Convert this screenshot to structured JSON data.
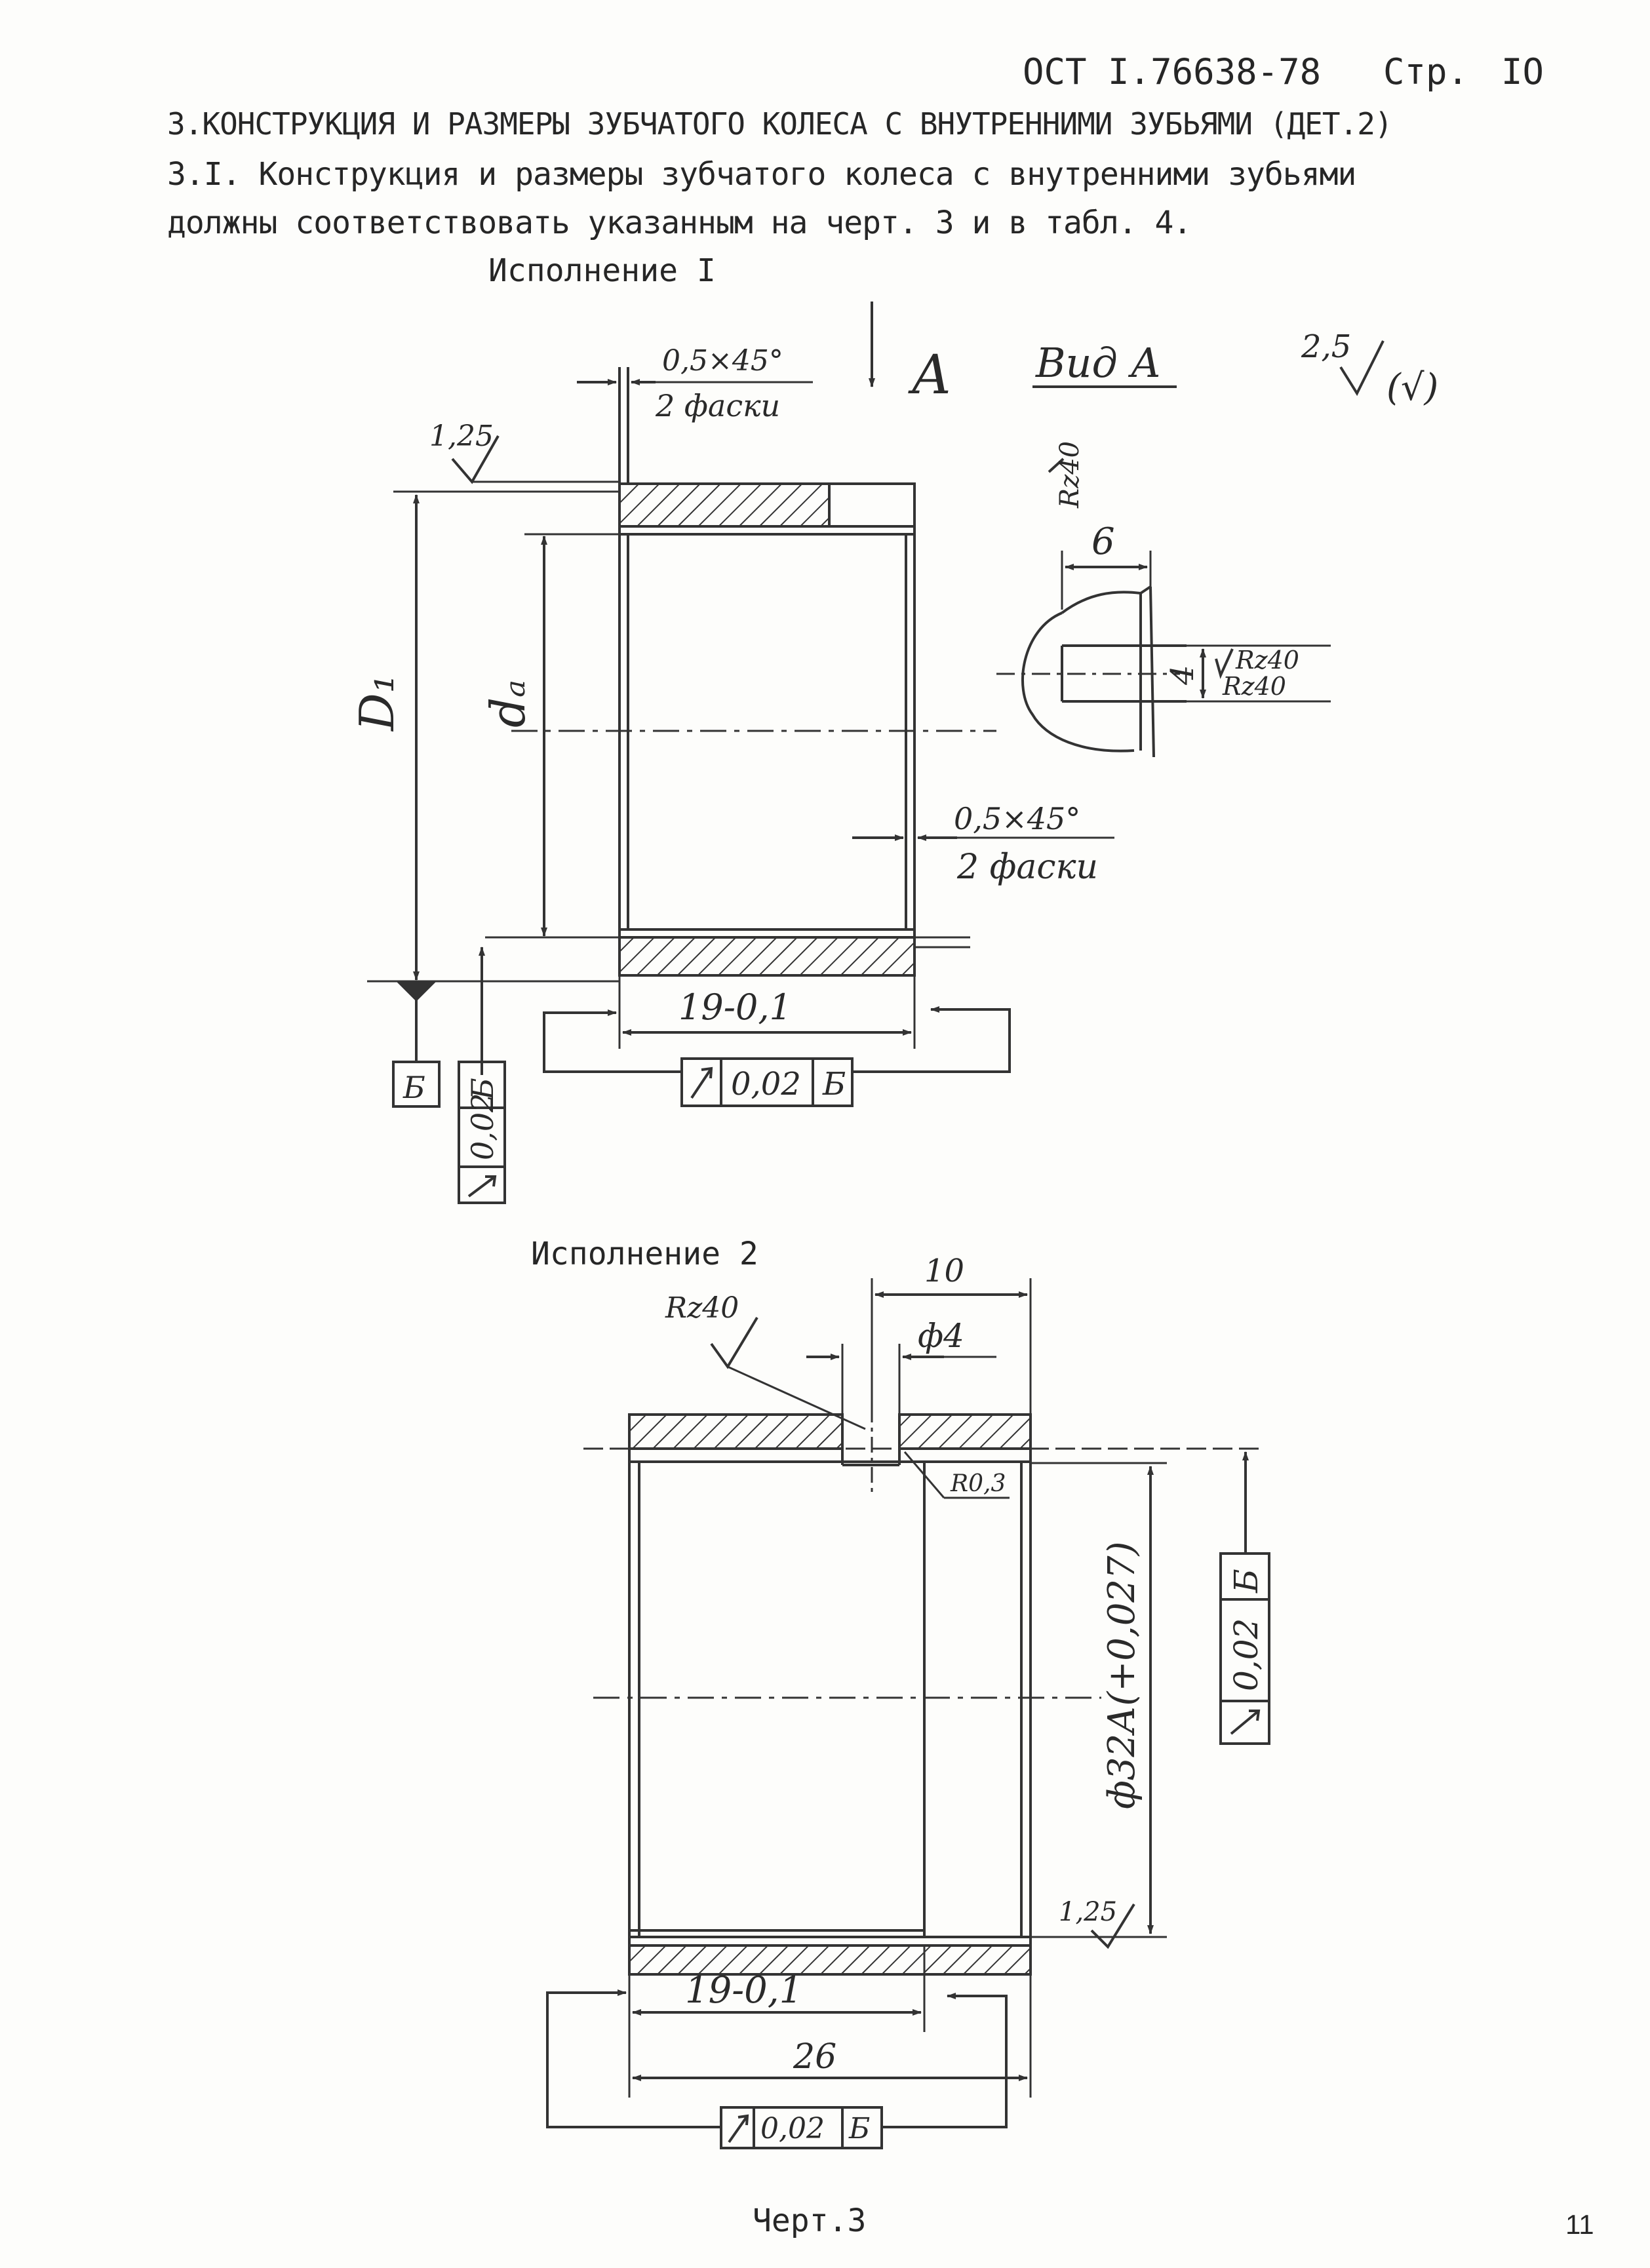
{
  "header": {
    "standard": "ОСТ I.76638-78",
    "page_label": "Стр.",
    "page_number": "IO"
  },
  "section": {
    "title": "3.КОНСТРУКЦИЯ И РАЗМЕРЫ ЗУБЧАТОГО КОЛЕСА С ВНУТРЕННИМИ ЗУБЬЯМИ (ДЕТ.2)",
    "para_line1": "3.I. Конструкция и размеры зубчатого колеса с внутренними зубьями",
    "para_line2": "должны соответствовать указанным на черт. 3 и в табл. 4."
  },
  "variant1": {
    "label": "Исполнение I",
    "view_arrow": "А",
    "view_label": "Вид А",
    "roughness_general": "2,5",
    "roughness_check": "(√)",
    "chamfer_top": "0,5×45°",
    "chamfer_top_note": "2 фаски",
    "chamfer_mid": "0,5×45°",
    "chamfer_mid_note": "2 фаски",
    "roughness_outer": "1,25",
    "dim_outer": "D₁",
    "dim_inner": "dₐ",
    "dim_width": "19-0,1",
    "datum": "Б",
    "tol_runout_value": "0,02",
    "tol_runout_datum": "Б",
    "tol_side_value": "0,02",
    "tol_side_datum": "Б",
    "detail_rz_top": "Rz40",
    "detail_dim_6": "6",
    "detail_dim_4": "4",
    "detail_rz_a": "Rz40",
    "detail_rz_b": "Rz40"
  },
  "variant2": {
    "label": "Исполнение 2",
    "dim_10": "10",
    "dim_hole": "ф4",
    "rz": "Rz40",
    "radius": "R0,3",
    "dim_bore": "ф32А(+0,027)",
    "roughness_inner": "1,25",
    "dim_width": "19-0,1",
    "dim_total": "26",
    "tol_bottom_value": "0,02",
    "tol_bottom_datum": "Б",
    "tol_right_value": "0,02",
    "tol_right_datum": "Б"
  },
  "footer": {
    "caption": "Черт.3",
    "sheet_number": "11"
  }
}
